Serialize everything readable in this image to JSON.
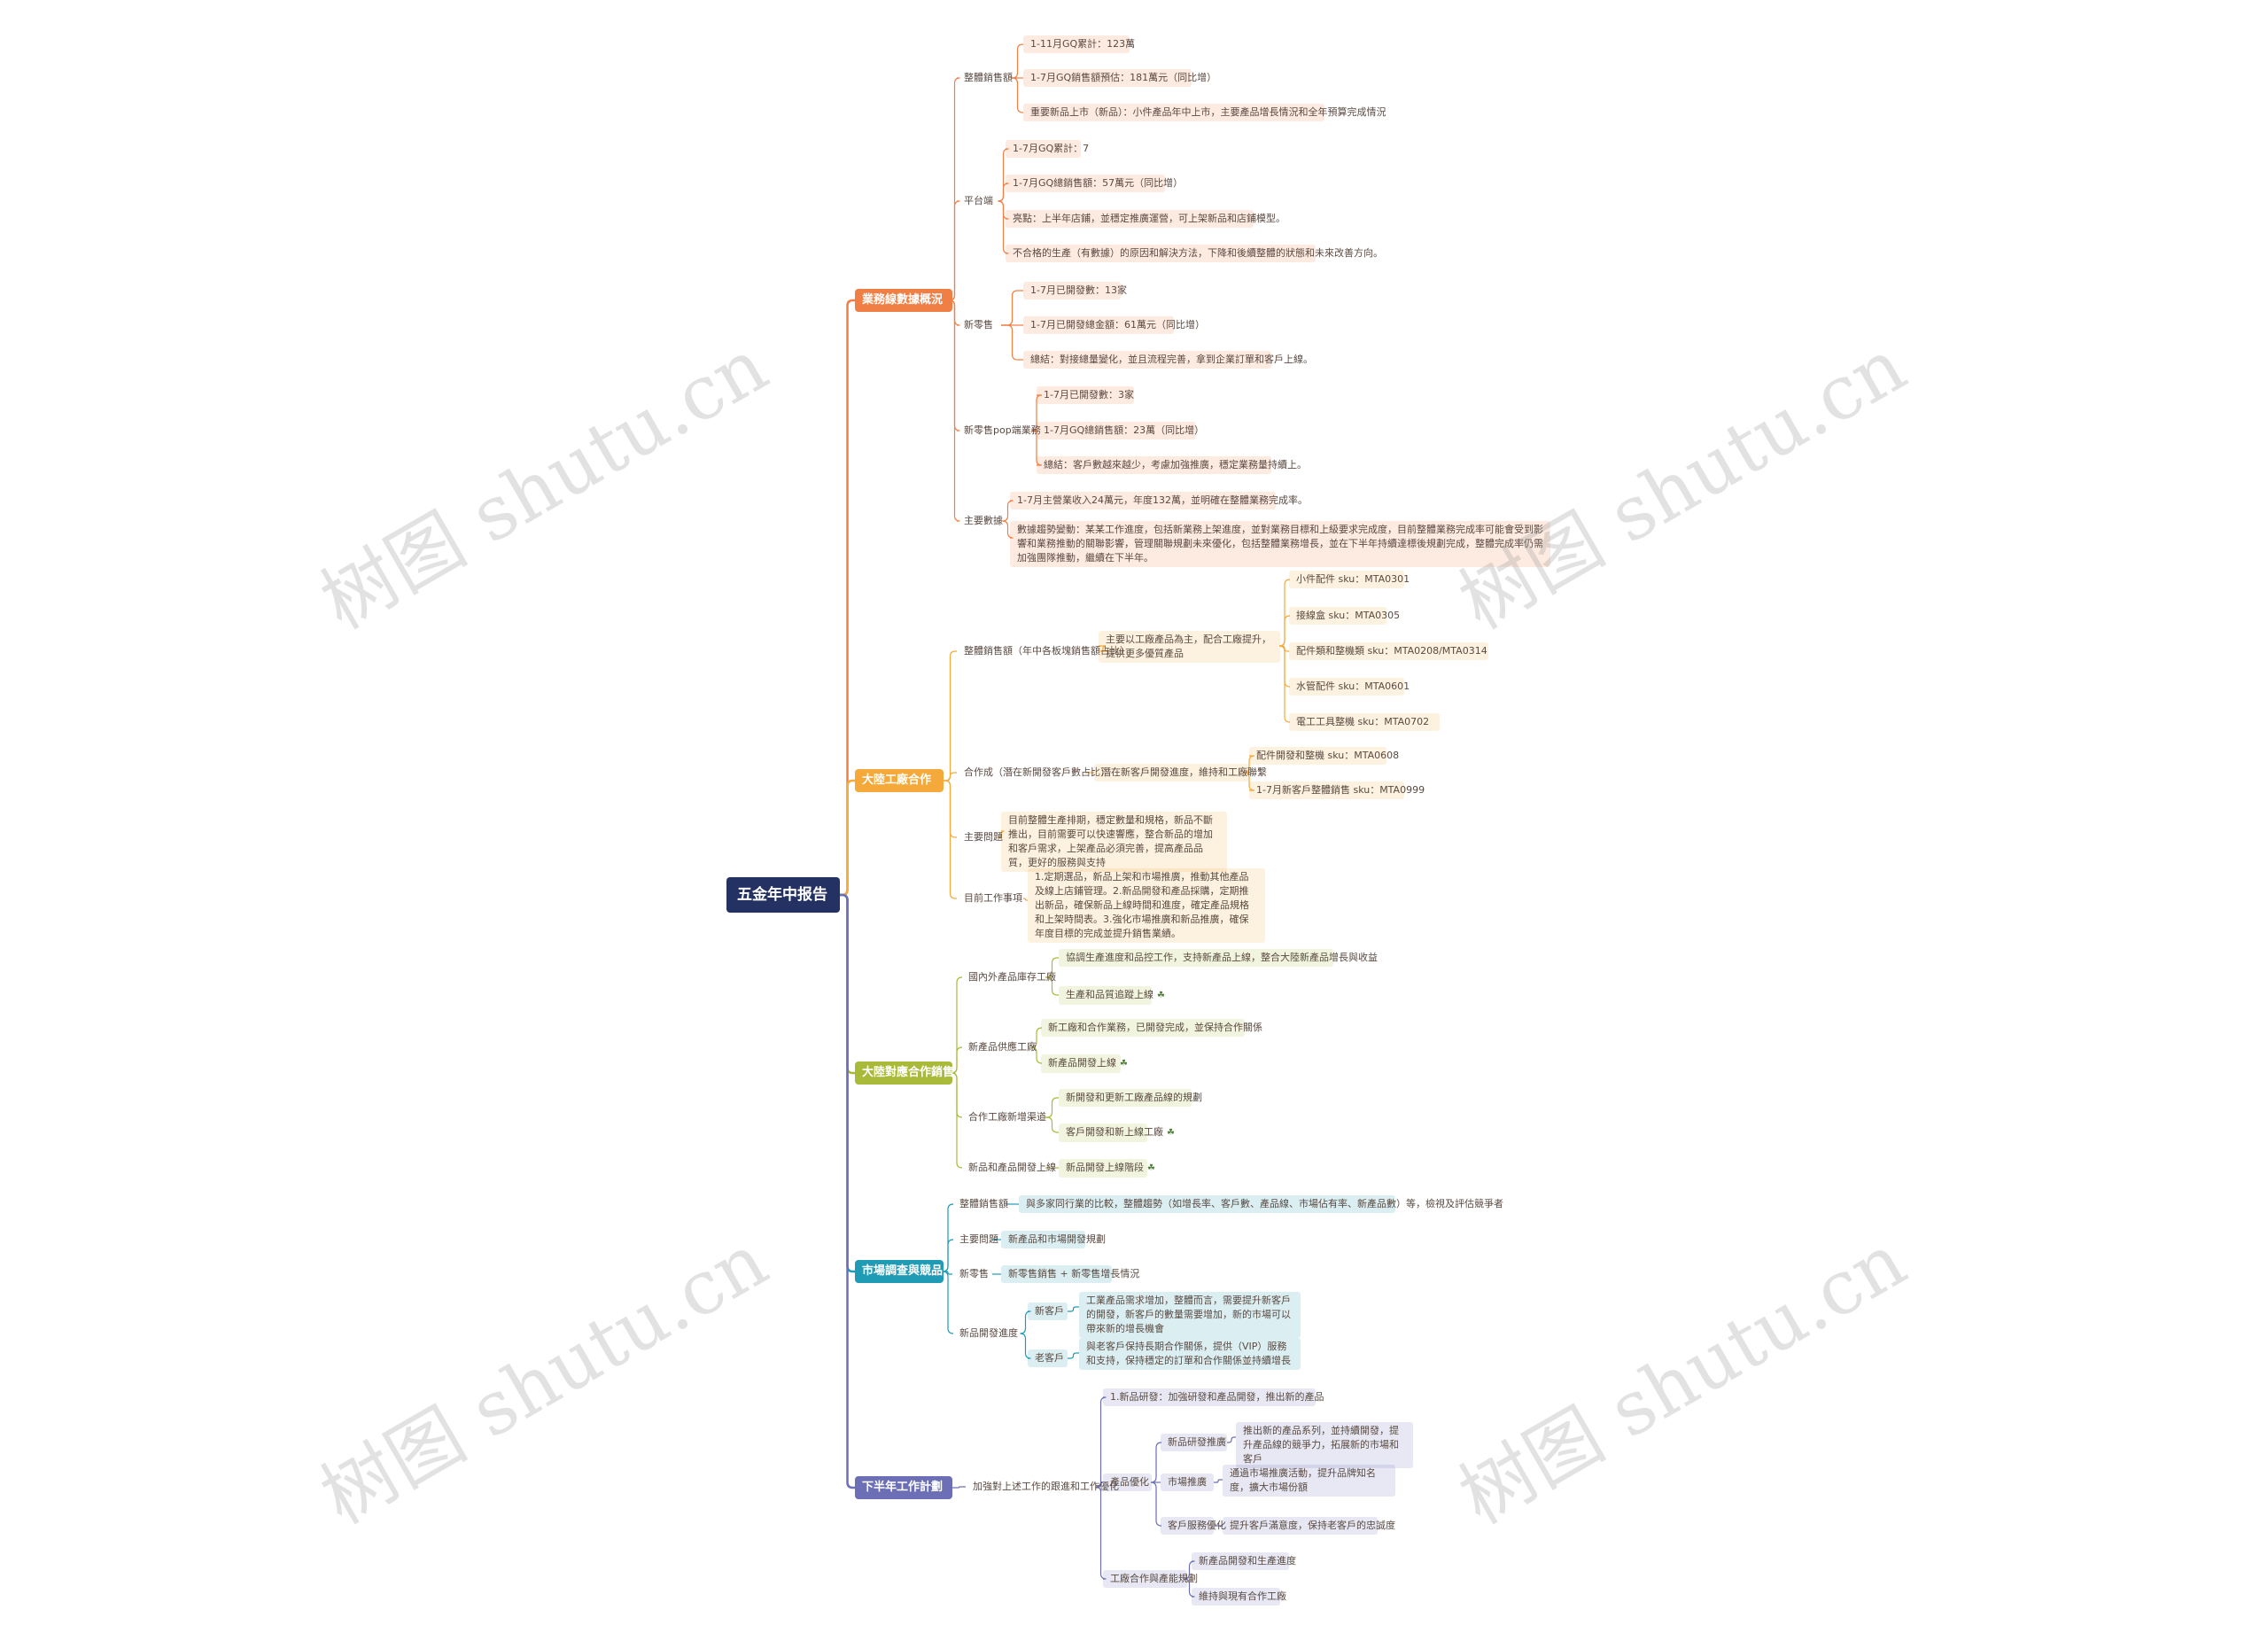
{
  "root": "五金年中报告",
  "branches": [
    {
      "id": "b1",
      "label": "業務線數據概況",
      "color": "#f07f45",
      "children": [
        {
          "id": "b1c1",
          "label": "整體銷售額",
          "children": [
            {
              "id": "b1c1a",
              "label": "1-11月GQ累計：123萬"
            },
            {
              "id": "b1c1b",
              "label": "1-7月GQ銷售額預估：181萬元（同比增）"
            },
            {
              "id": "b1c1c",
              "label": "重要新品上市（新品）：小件產品年中上市，主要產品增長情況和全年預算完成情況"
            }
          ]
        },
        {
          "id": "b1c2",
          "label": "平台端",
          "children": [
            {
              "id": "b1c2a",
              "label": "1-7月GQ累計：7"
            },
            {
              "id": "b1c2b",
              "label": "1-7月GQ總銷售額：57萬元（同比增）"
            },
            {
              "id": "b1c2c",
              "label": "亮點：上半年店鋪，並穩定推廣運營，可上架新品和店鋪模型。"
            },
            {
              "id": "b1c2d",
              "label": "不合格的生產（有數據）的原因和解決方法，下降和後續整體的狀態和未來改善方向。"
            }
          ]
        },
        {
          "id": "b1c3",
          "label": "新零售",
          "children": [
            {
              "id": "b1c3a",
              "label": "1-7月已開發數：13家"
            },
            {
              "id": "b1c3b",
              "label": "1-7月已開發總金額：61萬元（同比增）"
            },
            {
              "id": "b1c3c",
              "label": "總結：對接總量變化，並且流程完善，拿到企業訂單和客戶上線。"
            }
          ]
        },
        {
          "id": "b1c4",
          "label": "新零售pop端業務",
          "children": [
            {
              "id": "b1c4a",
              "label": "1-7月已開發數：3家"
            },
            {
              "id": "b1c4b",
              "label": "1-7月GQ總銷售額：23萬（同比增）"
            },
            {
              "id": "b1c4c",
              "label": "總結：客戶數越來越少，考慮加強推廣，穩定業務量持續上。"
            }
          ]
        },
        {
          "id": "b1c5",
          "label": "主要數據",
          "children": [
            {
              "id": "b1c5a",
              "label": "1-7月主營業收入24萬元，年度132萬，並明確在整體業務完成率。"
            },
            {
              "id": "b1c5b",
              "label": "數據趨勢變動：某某工作進度，包括新業務上架進度，並對業務目標和上級要求完成度，目前整體業務完成率可能會受到影響和業務推動的關聯影響，管理關聯規劃未來優化，包括整體業務增長，並在下半年持續達標後規劃完成，整體完成率仍需加強團隊推動，繼續在下半年。"
            }
          ]
        }
      ]
    },
    {
      "id": "b2",
      "label": "大陸工廠合作",
      "color": "#f4a93a",
      "children": [
        {
          "id": "b2c1",
          "label": "整體銷售額（年中各板塊銷售額占比）",
          "children": [
            {
              "id": "b2c1a",
              "label": "主要以工廠產品為主，配合工廠提升，提供更多優質產品",
              "children": [
                {
                  "id": "b2c1a1",
                  "label": "小件配件 sku：MTA0301"
                },
                {
                  "id": "b2c1a2",
                  "label": "接線盒 sku：MTA0305"
                },
                {
                  "id": "b2c1a3",
                  "label": "配件類和整機類 sku：MTA0208/MTA0314"
                },
                {
                  "id": "b2c1a4",
                  "label": "水管配件 sku：MTA0601"
                },
                {
                  "id": "b2c1a5",
                  "label": "電工工具整機 sku：MTA0702"
                }
              ]
            }
          ]
        },
        {
          "id": "b2c2",
          "label": "合作成（潛在新開發客戶數占比）",
          "children": [
            {
              "id": "b2c2a",
              "label": "潛在新客戶開發進度，維持和工廠聯繫",
              "children": [
                {
                  "id": "b2c2a1",
                  "label": "配件開發和整機 sku：MTA0608"
                },
                {
                  "id": "b2c2a2",
                  "label": "1-7月新客戶整體銷售 sku：MTA0999"
                }
              ]
            }
          ]
        },
        {
          "id": "b2c3",
          "label": "主要問題",
          "children": [
            {
              "id": "b2c3a",
              "label": "目前整體生產排期，穩定數量和規格，新品不斷推出，目前需要可以快速響應，整合新品的增加和客戶需求，上架產品必須完善，提高產品品質，更好的服務與支持"
            }
          ]
        },
        {
          "id": "b2c4",
          "label": "目前工作事項",
          "children": [
            {
              "id": "b2c4a",
              "label": "1.定期選品，新品上架和市場推廣，推動其他產品及線上店鋪管理。2.新品開發和產品採購，定期推出新品，確保新品上線時間和進度，確定產品規格和上架時間表。3.強化市場推廣和新品推廣，確保年度目標的完成並提升銷售業績。"
            }
          ]
        }
      ]
    },
    {
      "id": "b3",
      "label": "大陸對應合作銷售",
      "color": "#a9b93a",
      "children": [
        {
          "id": "b3c1",
          "label": "國內外產品庫存工廠",
          "children": [
            {
              "id": "b3c1a",
              "label": "協調生產進度和品控工作，支持新產品上線，整合大陸新產品增長與收益"
            },
            {
              "id": "b3c1b",
              "label": "生產和品質追蹤上線",
              "leaf": true
            }
          ]
        },
        {
          "id": "b3c2",
          "label": "新產品供應工廠",
          "children": [
            {
              "id": "b3c2a",
              "label": "新工廠和合作業務，已開發完成，並保持合作關係"
            },
            {
              "id": "b3c2b",
              "label": "新產品開發上線",
              "leaf": true
            }
          ]
        },
        {
          "id": "b3c3",
          "label": "合作工廠新增渠道",
          "children": [
            {
              "id": "b3c3a",
              "label": "新開發和更新工廠產品線的規劃"
            },
            {
              "id": "b3c3b",
              "label": "客戶開發和新上線工廠",
              "leaf": true
            }
          ]
        },
        {
          "id": "b3c4",
          "label": "新品和產品開發上線",
          "children": [
            {
              "id": "b3c4a",
              "label": "新品開發上線階段",
              "leaf": true
            }
          ]
        }
      ]
    },
    {
      "id": "b4",
      "label": "市場調查與競品",
      "color": "#1f9bb5",
      "children": [
        {
          "id": "b4c1",
          "label": "整體銷售額",
          "children": [
            {
              "id": "b4c1a",
              "label": "與多家同行業的比較，整體趨勢（如增長率、客戶數、產品線、市場佔有率、新產品數）等，檢視及評估競爭者"
            }
          ]
        },
        {
          "id": "b4c2",
          "label": "主要問題",
          "children": [
            {
              "id": "b4c2a",
              "label": "新產品和市場開發規劃"
            }
          ]
        },
        {
          "id": "b4c3",
          "label": "新零售",
          "children": [
            {
              "id": "b4c3a",
              "label": "新零售銷售 + 新零售增長情況"
            }
          ]
        },
        {
          "id": "b4c4",
          "label": "新品開發進度",
          "children": [
            {
              "id": "b4c4a",
              "label": "新客戶",
              "children": [
                {
                  "id": "b4c4a1",
                  "label": "工業產品需求增加，整體而言，需要提升新客戶的開發，新客戶的數量需要增加，新的市場可以帶來新的增長機會"
                }
              ]
            },
            {
              "id": "b4c4b",
              "label": "老客戶",
              "children": [
                {
                  "id": "b4c4b1",
                  "label": "與老客戶保持長期合作關係，提供（VIP）服務和支持，保持穩定的訂單和合作關係並持續增長"
                }
              ]
            }
          ]
        }
      ]
    },
    {
      "id": "b5",
      "label": "下半年工作計劃",
      "color": "#6c6fb5",
      "children": [
        {
          "id": "b5c1",
          "label": "加強對上述工作的跟進和工作優化",
          "children": [
            {
              "id": "b5c1a",
              "label": "1.新品研發：加強研發和產品開發，推出新的產品"
            },
            {
              "id": "b5c1b",
              "label": "產品優化",
              "children": [
                {
                  "id": "b5c1b1",
                  "label": "新品研發推廣",
                  "children": [
                    {
                      "id": "b5c1b1a",
                      "label": "推出新的產品系列，並持續開發，提升產品線的競爭力，拓展新的市場和客戶"
                    }
                  ]
                },
                {
                  "id": "b5c1b2",
                  "label": "市場推廣",
                  "children": [
                    {
                      "id": "b5c1b2a",
                      "label": "通過市場推廣活動，提升品牌知名度，擴大市場份額"
                    }
                  ]
                },
                {
                  "id": "b5c1b3",
                  "label": "客戶服務優化",
                  "children": [
                    {
                      "id": "b5c1b3a",
                      "label": "提升客戶滿意度，保持老客戶的忠誠度"
                    }
                  ]
                }
              ]
            },
            {
              "id": "b5c1c",
              "label": "工廠合作與產能規劃",
              "children": [
                {
                  "id": "b5c1c1",
                  "label": "新產品開發和生產進度"
                },
                {
                  "id": "b5c1c2",
                  "label": "維持與現有合作工廠"
                }
              ]
            }
          ]
        }
      ]
    }
  ],
  "watermarks": [
    "树图 shutu.cn",
    "树图 shutu.cn",
    "树图 shutu.cn",
    "树图 shutu.cn"
  ]
}
